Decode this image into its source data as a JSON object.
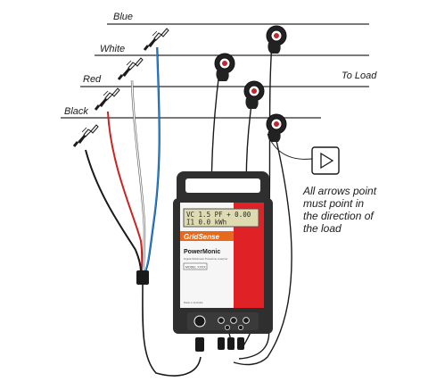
{
  "wire_labels": {
    "blue": "Blue",
    "white": "White",
    "red": "Red",
    "black": "Black",
    "to_load": "To Load"
  },
  "note_lines": [
    "All arrows point",
    "must point in",
    "the direction of",
    "the load"
  ],
  "device": {
    "brand": "GridSense",
    "model": "PowerMonic",
    "tagline": "Digital Multimeter Powerline Analyzer",
    "model_box": "MODEL XXXX",
    "footer": "Made in Australia",
    "lcd_line1": "VC  1.5 PF + 0.00",
    "lcd_line2": "I1  0.0      kWh"
  },
  "colors": {
    "clamp_red": "#c0282e",
    "wire_red": "#cc2222",
    "wire_blue": "#2b7fd0",
    "device_red": "#e02227",
    "device_body": "#2f2f2f",
    "lcd_bg": "#dedbb2",
    "brand_orange": "#e56a1e"
  },
  "icons": {
    "arrow_box": "arrow-right-triangle-icon",
    "clip": "alligator-clip-icon",
    "clamp": "current-clamp-icon"
  }
}
